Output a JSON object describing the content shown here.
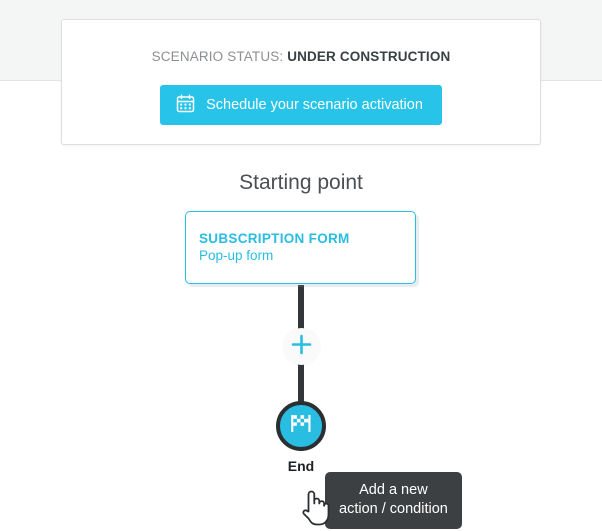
{
  "header": {
    "status_label": "SCENARIO STATUS:",
    "status_value": "UNDER CONSTRUCTION",
    "schedule_button_label": "Schedule your scenario activation",
    "calendar_icon": "calendar-icon"
  },
  "flow": {
    "title": "Starting point",
    "trigger_node": {
      "title": "SUBSCRIPTION FORM",
      "subtitle": "Pop-up form"
    },
    "add_button": {
      "icon": "plus-icon",
      "tooltip": "Add a new\naction / condition"
    },
    "end_node": {
      "label": "End",
      "icon": "checkered-flag-icon"
    },
    "cursor": "hand-pointer-cursor"
  },
  "colors": {
    "accent": "#27c3e8",
    "node_border": "#29bde2",
    "connector": "#333739",
    "tooltip_bg": "#3d4043",
    "band_bg": "#f4f5f5",
    "status_value": "#3b4043"
  }
}
